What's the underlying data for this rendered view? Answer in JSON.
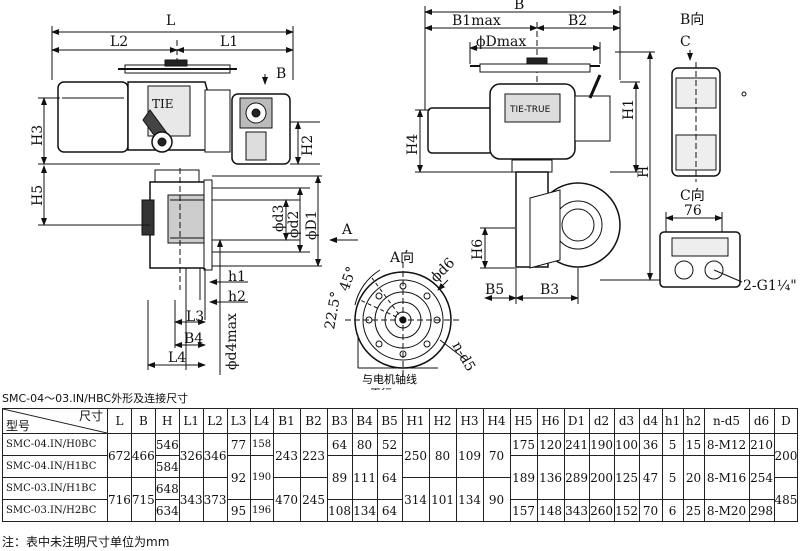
{
  "labels": {
    "L": "L",
    "L1": "L1",
    "L2": "L2",
    "L3": "L3",
    "L4": "L4",
    "H": "H",
    "H1": "H1",
    "H2": "H2",
    "H3": "H3",
    "H4": "H4",
    "H5": "H5",
    "H6": "H6",
    "B": "B",
    "B1max": "B1max",
    "B2": "B2",
    "B3": "B3",
    "B4": "B4",
    "B5": "B5",
    "Dmax": "ϕDmax",
    "d2": "ϕd2",
    "d3": "ϕd3",
    "D1": "ϕD1",
    "d4max": "ϕd4max",
    "d6": "ϕd6",
    "h1": "h1",
    "h2": "h2",
    "nd5": "n-d5",
    "A_arrow": "A",
    "B_arrow": "B",
    "view_A": "A向",
    "view_B": "B向",
    "view_C": "C向",
    "C_mark": "C",
    "angle_45": "45°",
    "angle_225": "22.5°",
    "motor_axis": "与电机轴线",
    "parallel": "平行",
    "dim_76": "76",
    "thread": "2-G1¼\"",
    "nameplate": "TIE-TRUE"
  },
  "caption": "SMC-04～03.IN/HBC外形及连接尺寸",
  "table": {
    "corner_top": "尺寸",
    "corner_bottom": "型号",
    "columns": [
      "L",
      "B",
      "H",
      "L1",
      "L2",
      "L3",
      "L4",
      "B1",
      "B2",
      "B3",
      "B4",
      "B5",
      "H1",
      "H2",
      "H3",
      "H4",
      "H5",
      "H6",
      "D1",
      "d2",
      "d3",
      "d4",
      "h1",
      "h2",
      "n-d5",
      "d6",
      "D"
    ],
    "models": [
      "SMC-04.IN/H0BC",
      "SMC-04.IN/H1BC",
      "SMC-03.IN/H1BC",
      "SMC-03.IN/H2BC"
    ],
    "L": [
      "672",
      "716"
    ],
    "B": [
      "466",
      "715"
    ],
    "H": [
      "546",
      "584",
      "648",
      "634"
    ],
    "L1": [
      "326",
      "343"
    ],
    "L2": [
      "346",
      "373"
    ],
    "L3": [
      "77",
      "92",
      "95"
    ],
    "L4": [
      "158",
      "190",
      "196"
    ],
    "B1": [
      "243",
      "470"
    ],
    "B2": [
      "223",
      "245"
    ],
    "B3": [
      "64",
      "89",
      "108"
    ],
    "B4": [
      "80",
      "111",
      "134"
    ],
    "B5": [
      "52",
      "64",
      "64"
    ],
    "H1": [
      "250",
      "314"
    ],
    "H2": [
      "80",
      "101"
    ],
    "H3": [
      "109",
      "134"
    ],
    "H4": [
      "70",
      "90"
    ],
    "H5": [
      "175",
      "189",
      "157"
    ],
    "H6": [
      "120",
      "136",
      "148"
    ],
    "D1": [
      "241",
      "289",
      "343"
    ],
    "d2": [
      "190",
      "200",
      "260"
    ],
    "d3": [
      "100",
      "125",
      "152"
    ],
    "d4": [
      "36",
      "47",
      "70"
    ],
    "h1": [
      "5",
      "5",
      "6"
    ],
    "h2": [
      "15",
      "20",
      "25"
    ],
    "nd5": [
      "8-M12",
      "8-M16",
      "8-M20"
    ],
    "d6": [
      "210",
      "254",
      "298"
    ],
    "D": [
      "200",
      "485"
    ]
  },
  "note": "注：表中未注明尺寸单位为mm"
}
